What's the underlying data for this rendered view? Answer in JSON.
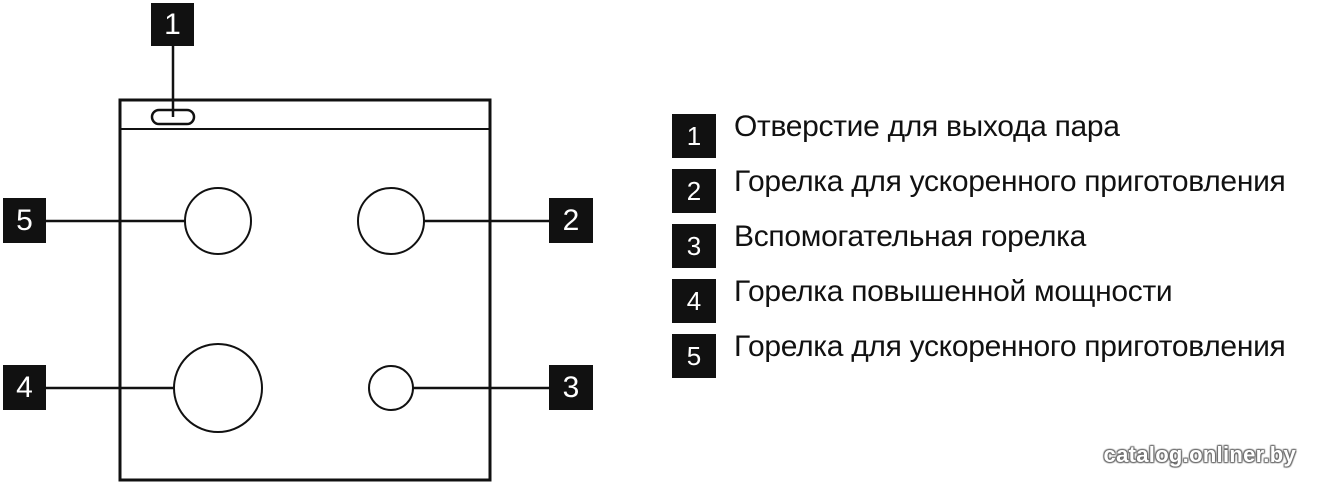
{
  "callouts": {
    "c1": "1",
    "c2": "2",
    "c3": "3",
    "c4": "4",
    "c5": "5"
  },
  "legend": [
    {
      "num": "1",
      "text": "Отверстие для выхода пара"
    },
    {
      "num": "2",
      "text": "Горелка для ускоренного приготовления"
    },
    {
      "num": "3",
      "text": "Вспомогательная горелка"
    },
    {
      "num": "4",
      "text": "Горелка повышенной мощности"
    },
    {
      "num": "5",
      "text": "Горелка для ускоренного приготовления"
    }
  ],
  "watermark": "catalog.onliner.by",
  "colors": {
    "ink": "#111111",
    "background": "#ffffff"
  }
}
